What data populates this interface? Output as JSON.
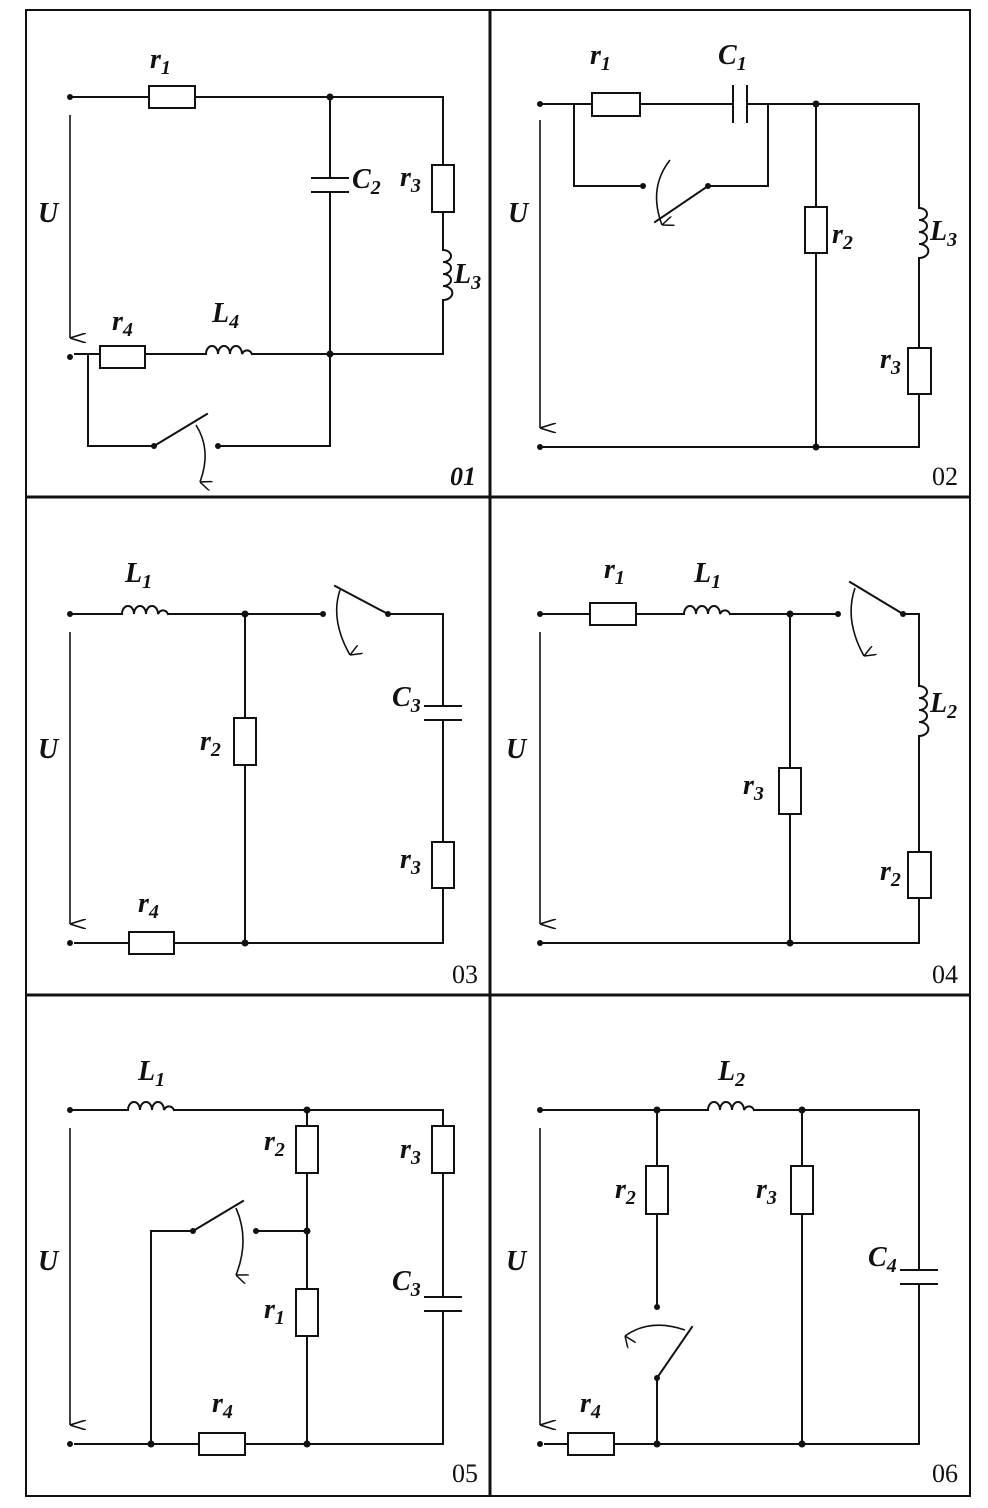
{
  "panels": [
    {
      "number": "01",
      "labels": {
        "u": "U",
        "r1": "r",
        "r1s": "1",
        "c2": "C",
        "c2s": "2",
        "r3": "r",
        "r3s": "3",
        "l3": "L",
        "l3s": "3",
        "r4": "r",
        "r4s": "4",
        "l4": "L",
        "l4s": "4"
      }
    },
    {
      "number": "02",
      "labels": {
        "u": "U",
        "r1": "r",
        "r1s": "1",
        "c1": "C",
        "c1s": "1",
        "r2": "r",
        "r2s": "2",
        "l3": "L",
        "l3s": "3",
        "r3": "r",
        "r3s": "3"
      }
    },
    {
      "number": "03",
      "labels": {
        "u": "U",
        "l1": "L",
        "l1s": "1",
        "r2": "r",
        "r2s": "2",
        "c3": "C",
        "c3s": "3",
        "r3": "r",
        "r3s": "3",
        "r4": "r",
        "r4s": "4"
      }
    },
    {
      "number": "04",
      "labels": {
        "u": "U",
        "r1": "r",
        "r1s": "1",
        "l1": "L",
        "l1s": "1",
        "l2": "L",
        "l2s": "2",
        "r3": "r",
        "r3s": "3",
        "r2": "r",
        "r2s": "2"
      }
    },
    {
      "number": "05",
      "labels": {
        "u": "U",
        "l1": "L",
        "l1s": "1",
        "r2": "r",
        "r2s": "2",
        "r3": "r",
        "r3s": "3",
        "c3": "C",
        "c3s": "3",
        "r1": "r",
        "r1s": "1",
        "r4": "r",
        "r4s": "4"
      }
    },
    {
      "number": "06",
      "labels": {
        "u": "U",
        "l2": "L",
        "l2s": "2",
        "r2": "r",
        "r2s": "2",
        "r3": "r",
        "r3s": "3",
        "c4": "C",
        "c4s": "4",
        "r4": "r",
        "r4s": "4"
      }
    }
  ]
}
